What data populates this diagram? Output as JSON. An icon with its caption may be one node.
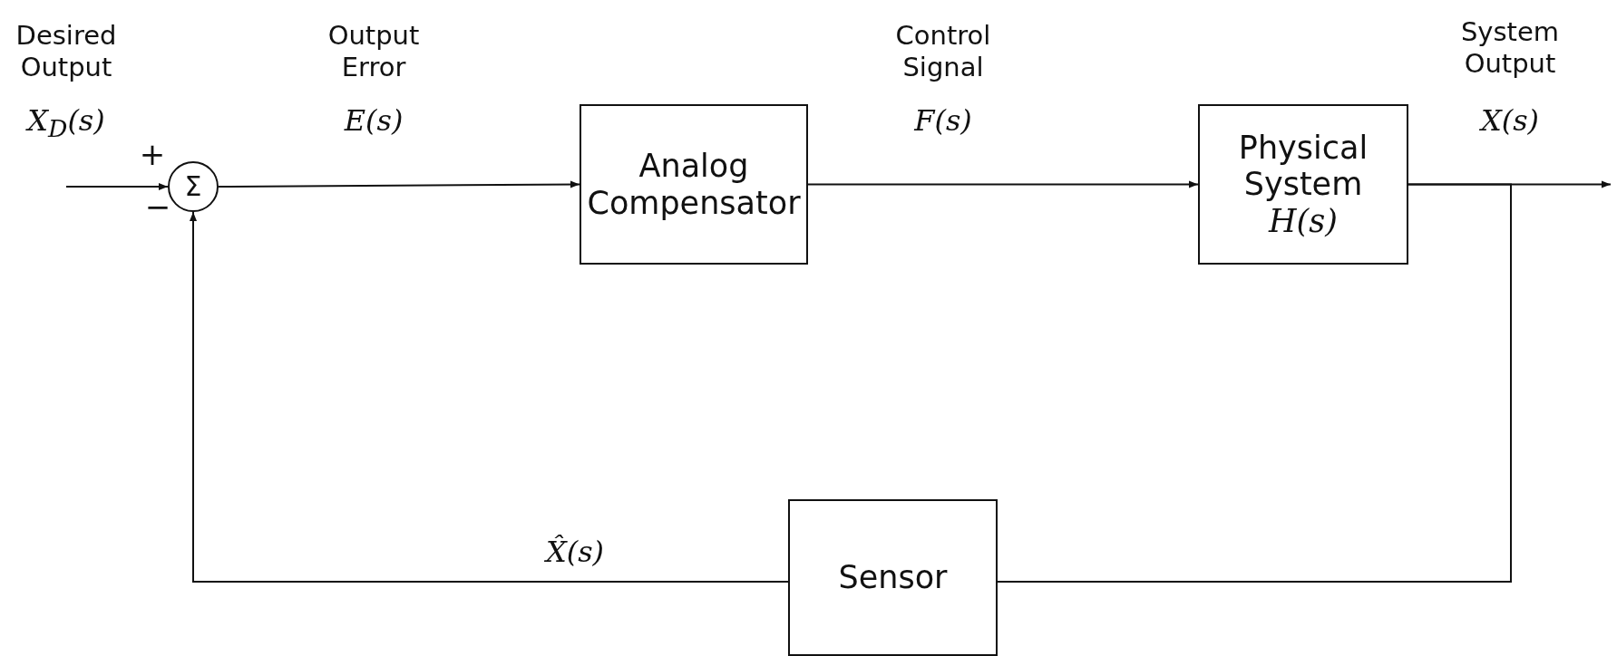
{
  "diagram": {
    "nodes": [
      {
        "text": [
          "Σ"
        ]
      },
      {
        "text": [
          "Analog Compensator"
        ]
      },
      {
        "text": [
          "Physical System",
          "H(s)"
        ]
      },
      {
        "text": [
          "Sensor"
        ]
      }
    ],
    "edges": [
      {
        "from": null,
        "to": 0,
        "arrow": "to"
      },
      {
        "from": 0,
        "to": 1,
        "arrow": "to"
      },
      {
        "from": 1,
        "to": 2,
        "arrow": "to"
      },
      {
        "from": 2,
        "to": null,
        "arrow": "to"
      },
      {
        "from": 2,
        "to": 3,
        "arrow": "none"
      },
      {
        "from": 3,
        "to": 0,
        "arrow": "to"
      }
    ],
    "labels": [
      "Desired Output",
      "Output Error",
      "Control Signal",
      "System Output",
      "X$_{D}$(s)",
      "E(s)",
      "F(s)",
      "X(s)",
      "+",
      "−",
      "X̂(s)"
    ]
  }
}
